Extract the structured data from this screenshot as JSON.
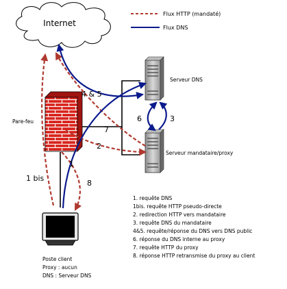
{
  "diagram": {
    "nodes": {
      "internet": "Internet",
      "firewall": "Pare-feu",
      "dns_server": "Serveur DNS",
      "proxy_server": "Serveur mandataire/proxy",
      "client": [
        "Poste client",
        "Proxy : aucun",
        "DNS : Serveur DNS"
      ]
    },
    "legend": {
      "http": {
        "label": "Flux HTTP (mandaté)",
        "color": "#b03a30",
        "style": "dashed"
      },
      "dns": {
        "label": "Flux DNS",
        "color": "#0a1a8c",
        "style": "solid"
      }
    },
    "edge_labels": [
      "4 & 5",
      "6",
      "3",
      "7",
      "2",
      "1",
      "8",
      "1 bis"
    ],
    "steps": [
      "1. requête DNS",
      "1bis. requête HTTP pseudo-directe",
      "2. redirection HTTP vers mandataire",
      "3. requête DNS du mandataire",
      "4&5. requête/réponse du DNS vers DNS public",
      "6. réponse du DNS interne au proxy",
      "7. requête HTTP du proxy",
      "8. réponse HTTP retransmise du proxy au client"
    ]
  }
}
